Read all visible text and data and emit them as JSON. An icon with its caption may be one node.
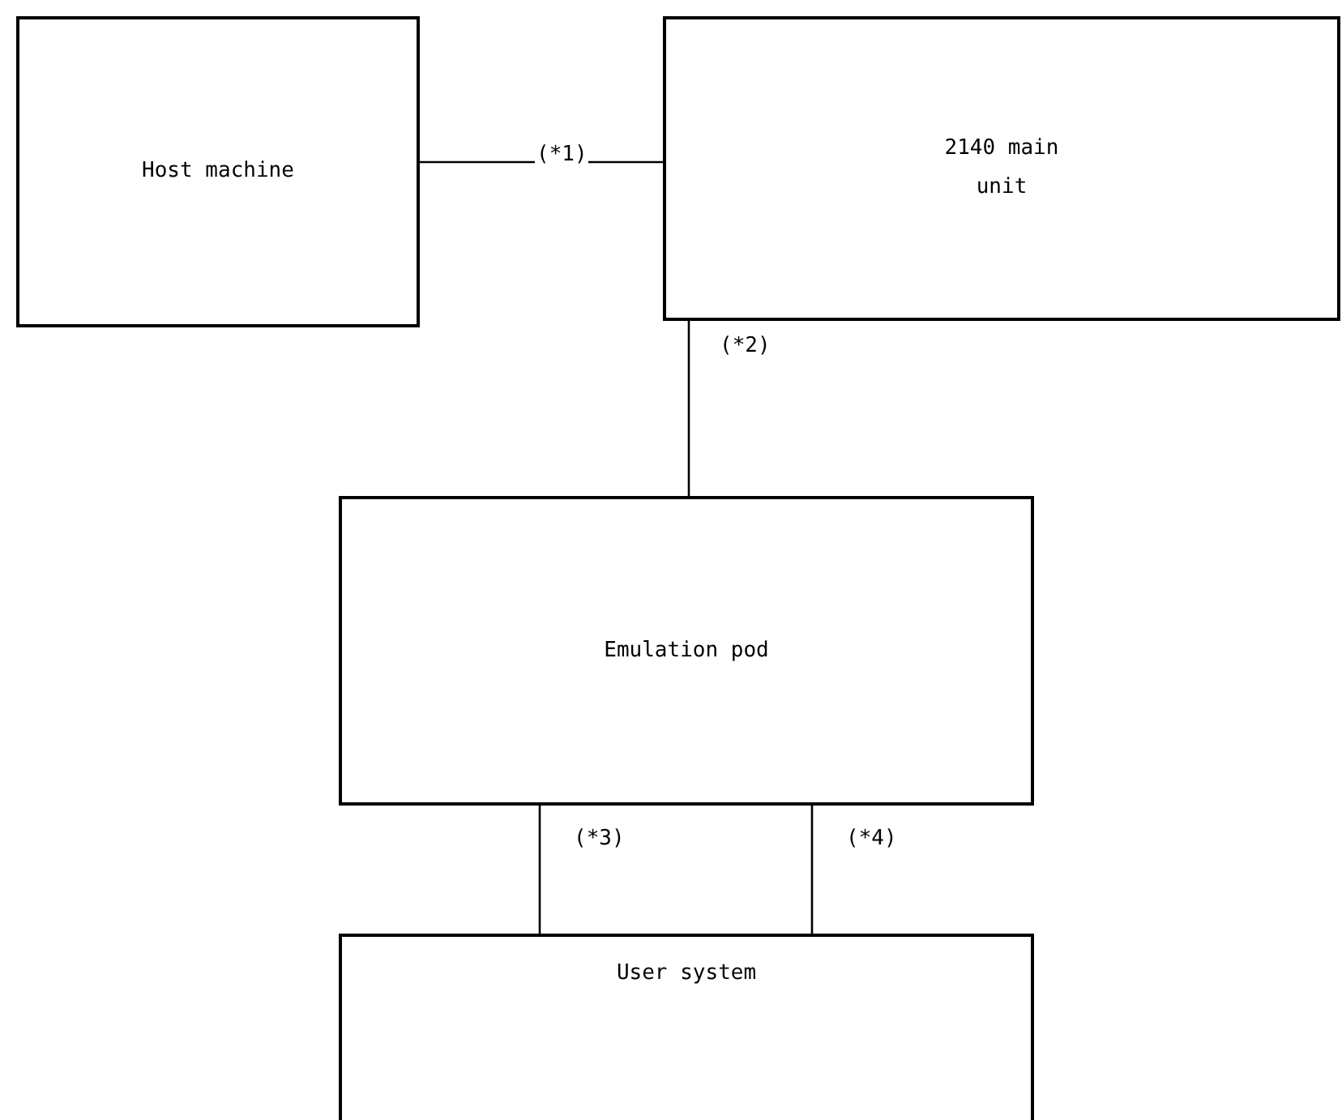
{
  "diagram": {
    "nodes": [
      {
        "text": [
          "Host machine"
        ]
      },
      {
        "text": [
          "2140 main unit"
        ]
      },
      {
        "text": [
          "Emulation pod"
        ]
      },
      {
        "text": [
          "User system"
        ]
      }
    ],
    "edges": [
      {
        "from": 0,
        "to": 1,
        "arrow": "none",
        "label": "(*1)"
      },
      {
        "from": 1,
        "to": 2,
        "arrow": "none",
        "label": "(*2)"
      },
      {
        "from": 2,
        "to": 3,
        "arrow": "none",
        "label": "(*3)"
      },
      {
        "from": 2,
        "to": 3,
        "arrow": "none",
        "label": "(*4)"
      }
    ]
  }
}
